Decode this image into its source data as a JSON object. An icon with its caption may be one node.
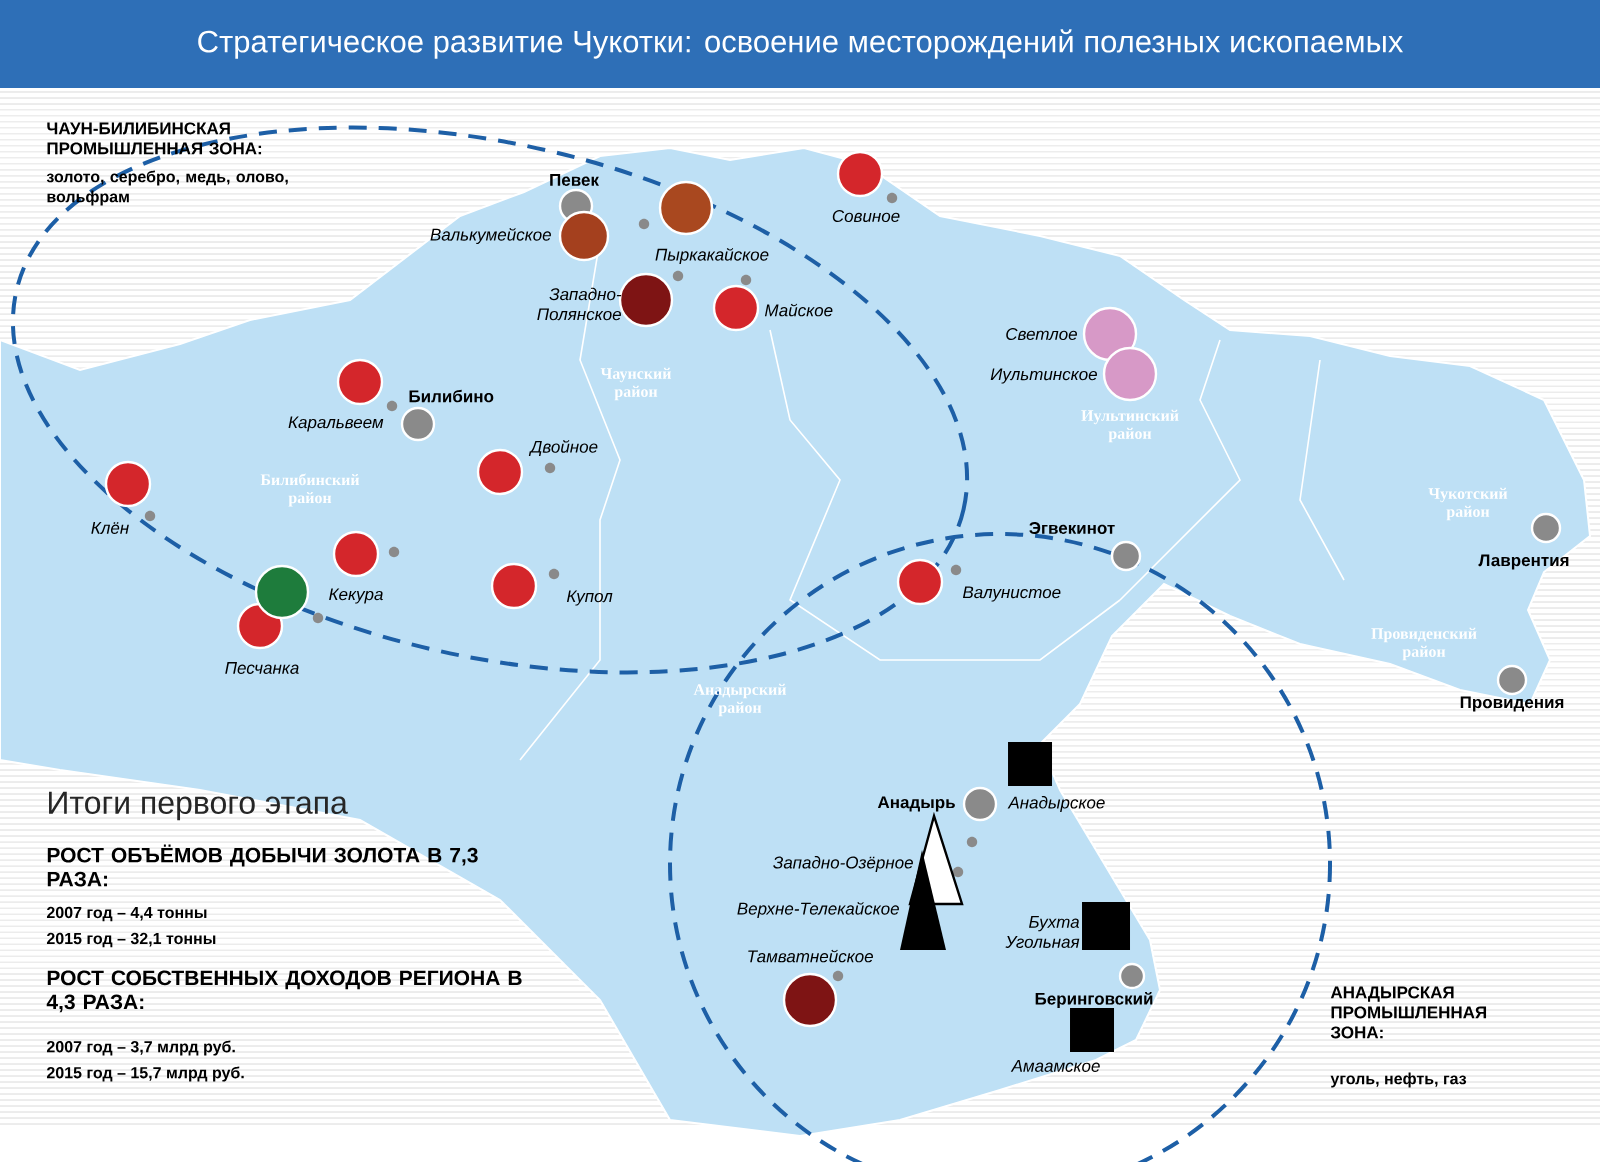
{
  "diagram": {
    "title": "Стратегическое развитие Чукотки: освоение месторождений полезных ископаемых",
    "labels": [
      "ЧАУН-БИЛИБИНСКАЯ ПРОМЫШЛЕННАЯ ЗОНА:",
      "золото, серебро, медь, олово, вольфрам",
      "Певек",
      "Совиное",
      "Валькумейское",
      "Пыркакайское",
      "Западно-Полянское",
      "Майское",
      "Светлое",
      "Иультинское",
      "Чаунский район",
      "Билибино",
      "Каральвеем",
      "Двойное",
      "Иультинский район",
      "Билибинский район",
      "Клён",
      "Чукотский район",
      "Лаврентия",
      "Эгвекинот",
      "Кекура",
      "Купол",
      "Валунистое",
      "Песчанка",
      "Провиденский район",
      "Провидения",
      "Анадырский район",
      "Итоги первого этапа",
      "Анадырь",
      "Анадырское",
      "РОСТ ОБЪЁМОВ ДОБЫЧИ ЗОЛОТА В 7,3 РАЗА:",
      "2007 год – 4,4 тонны",
      "2015 год – 32,1 тонны",
      "Западно-Озёрное",
      "Верхне-Телекайское",
      "Бухта Угольная",
      "Тамватнейское",
      "Беринговский",
      "РОСТ СОБСТВЕННЫХ ДОХОДОВ РЕГИОНА В 4,3 РАЗА:",
      "2007 год – 3,7 млрд руб.",
      "2015 год – 15,7 млрд руб.",
      "АНАДЫРСКАЯ ПРОМЫШЛЕННАЯ ЗОНА:",
      "Амаамское",
      "уголь, нефть, газ"
    ]
  }
}
